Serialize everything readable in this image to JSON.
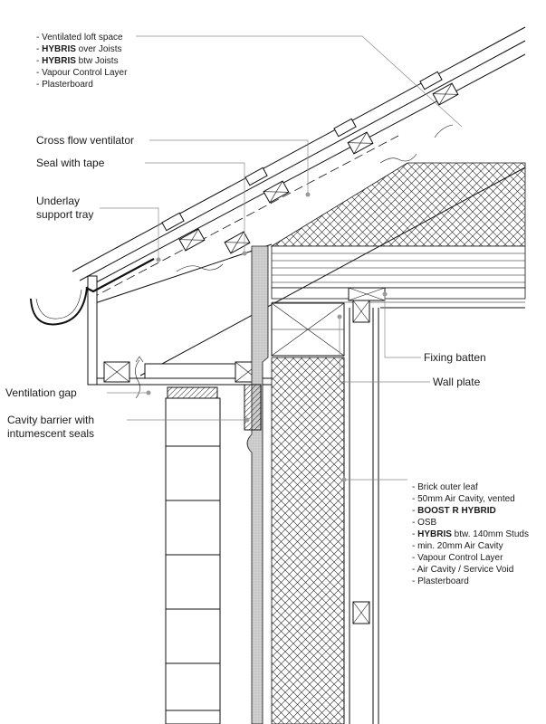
{
  "labels": {
    "roof_list": {
      "items": [
        {
          "prefix": "- ",
          "bold": "",
          "text": "Ventilated loft space"
        },
        {
          "prefix": "- ",
          "bold": "HYBRIS",
          "text": " over Joists"
        },
        {
          "prefix": "- ",
          "bold": "HYBRIS",
          "text": " btw Joists"
        },
        {
          "prefix": "- ",
          "bold": "",
          "text": "Vapour Control Layer"
        },
        {
          "prefix": "- ",
          "bold": "",
          "text": "Plasterboard"
        }
      ]
    },
    "cross_flow_ventilator": "Cross flow ventilator",
    "seal_with_tape": "Seal with tape",
    "underlay_support_tray_1": "Underlay",
    "underlay_support_tray_2": "support tray",
    "fixing_batten": "Fixing batten",
    "wall_plate": "Wall plate",
    "ventilation_gap": "Ventilation gap",
    "cavity_barrier_1": "Cavity barrier with",
    "cavity_barrier_2": "intumescent seals",
    "wall_list": {
      "items": [
        {
          "prefix": "- ",
          "bold": "",
          "text": "Brick outer leaf"
        },
        {
          "prefix": "- ",
          "bold": "",
          "text": "50mm Air Cavity, vented"
        },
        {
          "prefix": "- ",
          "bold": "BOOST R HYBRID",
          "text": ""
        },
        {
          "prefix": "- ",
          "bold": "",
          "text": "OSB"
        },
        {
          "prefix": "- ",
          "bold": "HYBRIS",
          "text": " btw. 140mm Studs"
        },
        {
          "prefix": "- ",
          "bold": "",
          "text": "min. 20mm Air Cavity"
        },
        {
          "prefix": "- ",
          "bold": "",
          "text": "Vapour Control Layer"
        },
        {
          "prefix": "- ",
          "bold": "",
          "text": "Air Cavity / Service Void"
        },
        {
          "prefix": "- ",
          "bold": "",
          "text": "Plasterboard"
        }
      ]
    }
  },
  "colors": {
    "line": "#111111",
    "leader": "#8a8a8a",
    "membrane_fill": "#c8c8c8"
  }
}
